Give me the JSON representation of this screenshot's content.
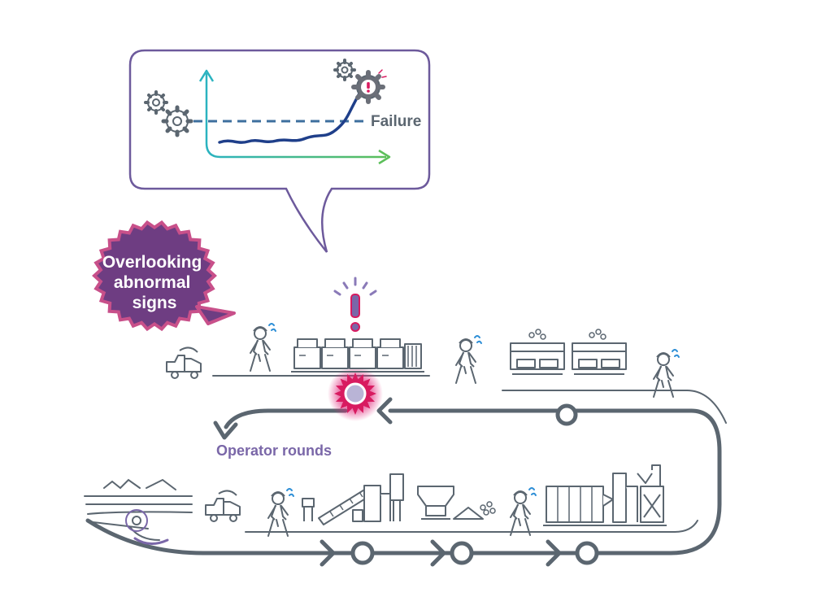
{
  "callout": {
    "failure_label": "Failure"
  },
  "badge": {
    "lines": [
      "Overlooking",
      "abnormal",
      "signs"
    ]
  },
  "process": {
    "rounds_label": "Operator rounds"
  },
  "icons": {
    "gear": "gear-icon",
    "alert_gear": "gear-alert-icon",
    "alert": "exclamation-alert-icon",
    "worker": "worker-icon",
    "truck": "dump-truck-icon",
    "burst": "failure-burst-icon"
  },
  "colors": {
    "ink": "#5b6670",
    "purple": "#6d5a9c",
    "purple_light": "#9a87c4",
    "magenta": "#c2185b",
    "pink_badge": "#c8508a",
    "badge_fill": "#6e3d82",
    "teal": "#2bb3c0",
    "green": "#5cbf5a",
    "navy": "#1f3f8a",
    "dash_blue": "#3d6f9e",
    "sweat": "#2f8fd6"
  }
}
